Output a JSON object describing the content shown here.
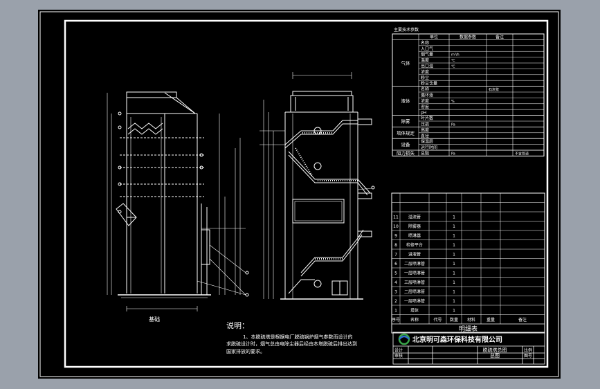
{
  "tech_params": {
    "title": "主要技术参数",
    "headers": [
      "",
      "单位",
      "数据参数",
      "备注"
    ],
    "groups": [
      {
        "label": "气体",
        "rows": [
          {
            "name": "名称",
            "unit": "",
            "value": "",
            "note": ""
          },
          {
            "name": "入口气",
            "unit": "",
            "value": "",
            "note": ""
          },
          {
            "name": "烟气量",
            "unit": "m³/h",
            "value": "",
            "note": ""
          },
          {
            "name": "温度",
            "unit": "℃",
            "value": "",
            "note": ""
          },
          {
            "name": "出口温",
            "unit": "℃",
            "value": "",
            "note": ""
          },
          {
            "name": "浓度",
            "unit": "",
            "value": "",
            "note": ""
          },
          {
            "name": "粉尘",
            "unit": "",
            "value": "",
            "note": ""
          },
          {
            "name": "粉尘含量",
            "unit": "",
            "value": "",
            "note": ""
          }
        ]
      },
      {
        "label": "液体",
        "rows": [
          {
            "name": "名称",
            "unit": "",
            "value": "石灰浆",
            "note": ""
          },
          {
            "name": "循环液",
            "unit": "",
            "value": "",
            "note": ""
          },
          {
            "name": "浓度",
            "unit": "%",
            "value": "",
            "note": ""
          },
          {
            "name": "密度",
            "unit": "",
            "value": "",
            "note": ""
          },
          {
            "name": "pH",
            "unit": "",
            "value": "",
            "note": ""
          }
        ]
      },
      {
        "label": "除雾",
        "rows": [
          {
            "name": "叶片数",
            "unit": "",
            "value": "",
            "note": ""
          },
          {
            "name": "压损",
            "unit": "Pa",
            "value": "",
            "note": ""
          }
        ]
      },
      {
        "label": "塔体规定",
        "rows": [
          {
            "name": "高度",
            "unit": "",
            "value": "",
            "note": ""
          },
          {
            "name": "直径",
            "unit": "",
            "value": "",
            "note": ""
          }
        ]
      },
      {
        "label": "设备",
        "rows": [
          {
            "name": "保温层",
            "unit": "",
            "value": "",
            "note": ""
          },
          {
            "name": "运行时间",
            "unit": "",
            "value": "",
            "note": ""
          }
        ]
      },
      {
        "label": "阻力损失",
        "rows": [
          {
            "name": "总阻",
            "unit": "Pa",
            "value": "",
            "note": "不含管道"
          }
        ]
      }
    ]
  },
  "parts_list": {
    "rows": [
      {
        "no": "11",
        "name": "溢流管",
        "code": "",
        "qty": "1",
        "material": "",
        "weight": "",
        "note": ""
      },
      {
        "no": "10",
        "name": "除雾器",
        "code": "",
        "qty": "1",
        "material": "",
        "weight": "",
        "note": ""
      },
      {
        "no": "9",
        "name": "喷淋器",
        "code": "",
        "qty": "1",
        "material": "",
        "weight": "",
        "note": ""
      },
      {
        "no": "8",
        "name": "检修平台",
        "code": "",
        "qty": "1",
        "material": "",
        "weight": "",
        "note": ""
      },
      {
        "no": "7",
        "name": "进液管",
        "code": "",
        "qty": "1",
        "material": "",
        "weight": "",
        "note": ""
      },
      {
        "no": "6",
        "name": "二层喷淋管",
        "code": "",
        "qty": "1",
        "material": "",
        "weight": "",
        "note": ""
      },
      {
        "no": "5",
        "name": "一层喷淋管",
        "code": "",
        "qty": "1",
        "material": "",
        "weight": "",
        "note": ""
      },
      {
        "no": "4",
        "name": "三层喷淋管",
        "code": "",
        "qty": "1",
        "material": "",
        "weight": "",
        "note": ""
      },
      {
        "no": "3",
        "name": "二层喷淋管",
        "code": "",
        "qty": "1",
        "material": "",
        "weight": "",
        "note": ""
      },
      {
        "no": "2",
        "name": "一层喷淋管",
        "code": "",
        "qty": "1",
        "material": "",
        "weight": "",
        "note": ""
      },
      {
        "no": "1",
        "name": "塔体",
        "code": "",
        "qty": "1",
        "material": "",
        "weight": "",
        "note": ""
      }
    ],
    "header": [
      "序号",
      "名称",
      "代号",
      "数量",
      "材料",
      "重量",
      "备注"
    ],
    "footer": "明细表"
  },
  "title_block": {
    "company": "北京明可森环保科技有限公司",
    "project": "脱硫塔总图",
    "drawing_name": "总图",
    "rows": [
      [
        "设计",
        "",
        "",
        "比例"
      ],
      [
        "审核",
        "",
        "",
        "图号"
      ]
    ]
  },
  "notes": {
    "heading": "说明：",
    "lines": [
      "1、本脱硫塔是根据电厂脱硫锅炉烟气参数而设计的",
      "求脱硫设计时，烟气总由电除尘器后经由本塔脱硫后排出达到",
      "国家排放的要求。"
    ]
  },
  "dimension_labels": {
    "left_base": "基础"
  },
  "colors": {
    "viewer_bg": "#9aa1ab",
    "sheet_bg": "#000000",
    "line": "#ffffff",
    "logo_green": "#3aa84a",
    "logo_blue": "#2f6fd1"
  }
}
